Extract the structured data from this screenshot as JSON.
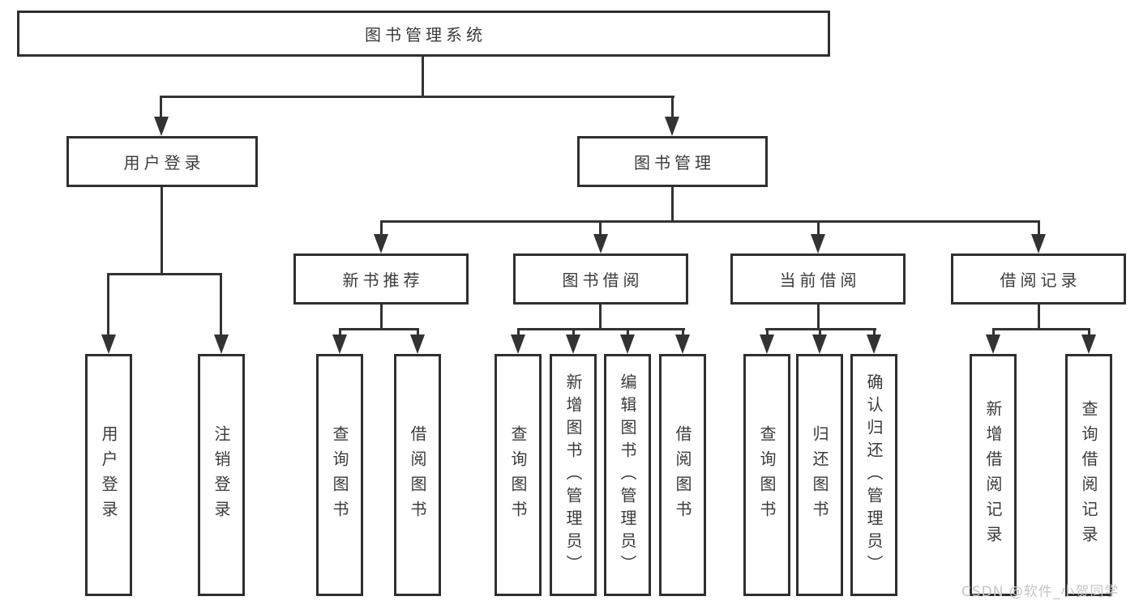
{
  "diagram": {
    "root": {
      "label": "图书管理系统"
    },
    "branches": [
      {
        "label": "用户登录",
        "children": [
          {
            "label": "用户登录"
          },
          {
            "label": "注销登录"
          }
        ]
      },
      {
        "label": "图书管理",
        "children": [
          {
            "label": "新书推荐",
            "children": [
              {
                "label": "查询图书"
              },
              {
                "label": "借阅图书"
              }
            ]
          },
          {
            "label": "图书借阅",
            "children": [
              {
                "label": "查询图书"
              },
              {
                "label": "新增图书（管理员）"
              },
              {
                "label": "编辑图书（管理员）"
              },
              {
                "label": "借阅图书"
              }
            ]
          },
          {
            "label": "当前借阅",
            "children": [
              {
                "label": "查询图书"
              },
              {
                "label": "归还图书"
              },
              {
                "label": "确认归还（管理员）"
              }
            ]
          },
          {
            "label": "借阅记录",
            "children": [
              {
                "label": "新增借阅记录"
              },
              {
                "label": "查询借阅记录"
              }
            ]
          }
        ]
      }
    ]
  },
  "watermark": {
    "text": "CSDN @软件_小贺同学"
  },
  "colors": {
    "line": "#333333",
    "text": "#3b3b3b",
    "watermark": "#c6c6c6",
    "background": "#ffffff"
  }
}
